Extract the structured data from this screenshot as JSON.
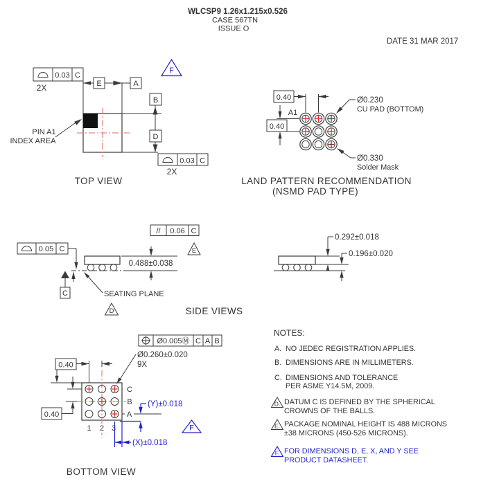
{
  "header": {
    "title": "WLCSP9 1.26x1.215x0.526",
    "case": "CASE 567TN",
    "issue": "ISSUE O",
    "date": "DATE 31 MAR 2017"
  },
  "colors": {
    "reference_blue": "#2323c8",
    "ball_cross_red": "#e03030",
    "centerline_salmon": "#f08080"
  },
  "top": {
    "label": "TOP VIEW",
    "fcf1": {
      "tol": "0.03",
      "datum": "C",
      "count": "2X"
    },
    "fcf2": {
      "tol": "0.03",
      "datum": "C",
      "count": "2X"
    },
    "e": "E",
    "a": "A",
    "b": "B",
    "d": "D",
    "f": "F",
    "pin1": "PIN A1",
    "pin2": "INDEX AREA"
  },
  "land": {
    "title1": "LAND PATTERN RECOMMENDATION",
    "title2": "(NSMD PAD TYPE)",
    "dim_x": "0.40",
    "dim_y": "0.40",
    "a1": "A1",
    "cu_dia": "Ø0.230",
    "cu_label": "CU PAD (BOTTOM)",
    "sm_dia": "Ø0.330",
    "sm_label": "Solder Mask"
  },
  "side": {
    "label": "SIDE VIEWS",
    "fcf_profile": {
      "tol": "0.05",
      "datum": "C"
    },
    "fcf_parallel": {
      "sym": "//",
      "tol": "0.06",
      "datum": "C"
    },
    "flag_e": "E",
    "flag_d": "D",
    "datum_c": "C",
    "seating": "SEATING PLANE",
    "h_total": "0.488±0.038",
    "h_body": "0.292±0.018",
    "h_ball": "0.196±0.020"
  },
  "bottom": {
    "label": "BOTTOM VIEW",
    "fcf": {
      "tol": "Ø0.005Ⓜ",
      "d1": "C",
      "d2": "A",
      "d3": "B"
    },
    "ball_dia": "Ø0.260±0.020",
    "ball_count": "9X",
    "dim_x": "0.40",
    "dim_y": "0.40",
    "rows": [
      "C",
      "B",
      "A"
    ],
    "cols": [
      "1",
      "2",
      "3"
    ],
    "dim_yref": "(Y)±0.018",
    "dim_xref": "(X)±0.018",
    "f": "F"
  },
  "notes": {
    "heading": "NOTES:",
    "a": {
      "id": "A.",
      "text": "NO JEDEC REGISTRATION APPLIES."
    },
    "b": {
      "id": "B.",
      "text": "DIMENSIONS ARE IN MILLIMETERS."
    },
    "c": {
      "id": "C.",
      "l1": "DIMENSIONS AND TOLERANCE",
      "l2": "PER ASME Y14.5M, 2009."
    },
    "d": {
      "id": "D.",
      "l1": "DATUM C IS DEFINED BY THE SPHERICAL",
      "l2": "CROWNS OF THE BALLS."
    },
    "e": {
      "id": "E.",
      "l1": "PACKAGE NOMINAL HEIGHT IS 488 MICRONS",
      "l2": "±38 MICRONS (450-526 MICRONS)."
    },
    "f": {
      "id": "F.",
      "l1": "FOR DIMENSIONS D, E, X, AND Y SEE",
      "l2": "PRODUCT DATASHEET."
    }
  }
}
